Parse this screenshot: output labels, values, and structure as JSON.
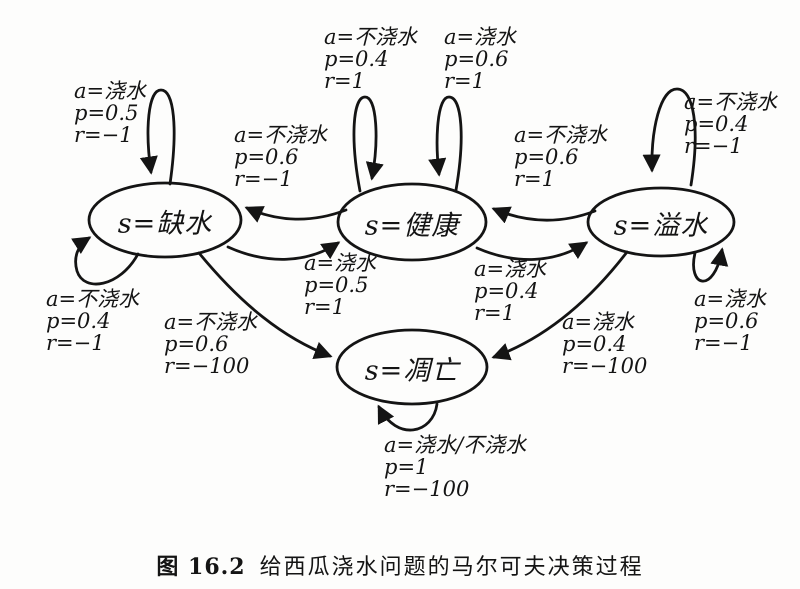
{
  "figure": {
    "caption_label": "图 16.2",
    "caption_title": "给西瓜浇水问题的马尔可夫决策过程"
  },
  "nodes": {
    "lack": {
      "label": "s=缺水"
    },
    "healthy": {
      "label": "s=健康"
    },
    "overflow": {
      "label": "s=溢水"
    },
    "withered": {
      "label": "s=凋亡"
    }
  },
  "edges": {
    "lack_self_top": {
      "a": "a=浇水",
      "p": "p=0.5",
      "r": "r=−1"
    },
    "healthy_to_lack": {
      "a": "a=不浇水",
      "p": "p=0.6",
      "r": "r=−1"
    },
    "healthy_self_left": {
      "a": "a=不浇水",
      "p": "p=0.4",
      "r": "r=1"
    },
    "healthy_self_right": {
      "a": "a=浇水",
      "p": "p=0.6",
      "r": "r=1"
    },
    "overflow_self_top": {
      "a": "a=不浇水",
      "p": "p=0.4",
      "r": "r=−1"
    },
    "overflow_to_healthy": {
      "a": "a=不浇水",
      "p": "p=0.6",
      "r": "r=1"
    },
    "lack_to_healthy": {
      "a": "a=浇水",
      "p": "p=0.5",
      "r": "r=1"
    },
    "healthy_to_overflow": {
      "a": "a=浇水",
      "p": "p=0.4",
      "r": "r=1"
    },
    "lack_self_bottom": {
      "a": "a=不浇水",
      "p": "p=0.4",
      "r": "r=−1"
    },
    "lack_to_withered": {
      "a": "a=不浇水",
      "p": "p=0.6",
      "r": "r=−100"
    },
    "overflow_to_withered": {
      "a": "a=浇水",
      "p": "p=0.4",
      "r": "r=−100"
    },
    "overflow_self_bottom": {
      "a": "a=浇水",
      "p": "p=0.6",
      "r": "r=−1"
    },
    "withered_self": {
      "a": "a=浇水/不浇水",
      "p": "p=1",
      "r": "r=−100"
    }
  },
  "colors": {
    "ink": "#141414",
    "paper": "#fdfdfc"
  }
}
